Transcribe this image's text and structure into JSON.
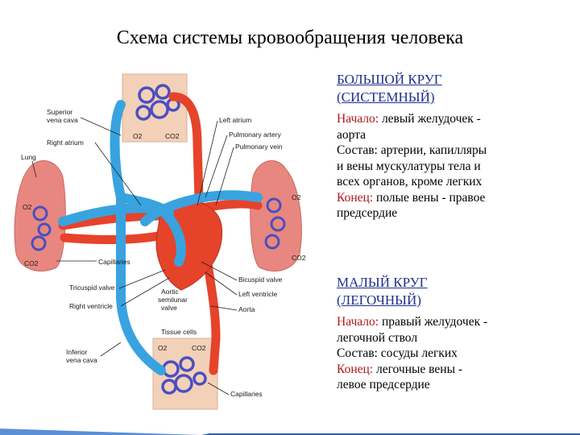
{
  "title": "Схема системы кровообращения человека",
  "colors": {
    "artery": "#e6432b",
    "vein": "#39a3e0",
    "capillary": "#4a4fc0",
    "tissue": "#f3d0b8",
    "lung": "#e8877f"
  },
  "diagram_labels": {
    "superior_vena_cava": [
      "Superior",
      "vena cava"
    ],
    "right_atrium": "Right atrium",
    "lung": "Lung",
    "capillaries_lung": "Capillaries",
    "tricuspid_valve": "Tricuspid valve",
    "right_ventricle": "Right ventricle",
    "inferior_vena_cava": [
      "Inferior",
      "vena cava"
    ],
    "left_atrium": "Left atrium",
    "pulmonary_artery": "Pulmonary artery",
    "pulmonary_vein": "Pulmonary vein",
    "bicuspid_valve": "Bicuspid valve",
    "left_ventricle": "Left ventricle",
    "aorta": "Aorta",
    "aortic_valve": [
      "Aortic",
      "semilunar",
      "valve"
    ],
    "tissue_cells": "Tissue cells",
    "capillaries_body": "Capillaries",
    "o2": "O2",
    "co2": "CO2"
  },
  "systemic": {
    "heading": [
      "БОЛЬШОЙ КРУГ",
      "(СИСТЕМНЫЙ)"
    ],
    "start_key": "Начало:",
    "start_text": " левый желудочек -",
    "start_text2": "аорта",
    "composition": [
      "Состав: артерии, капилляры",
      "и вены мускулатуры тела и",
      "всех органов, кроме легких"
    ],
    "end_key": "Конец:",
    "end_text": " полые вены - правое",
    "end_text2": "предсердие"
  },
  "pulmonary": {
    "heading": [
      "МАЛЫЙ КРУГ",
      "(ЛЕГОЧНЫЙ)"
    ],
    "start_key": "Начало:",
    "start_text": " правый желудочек -",
    "start_text2": "легочной ствол",
    "composition": "Состав: сосуды легких",
    "end_key": "Конец:",
    "end_text": " легочные вены -",
    "end_text2": "левое предсердие"
  }
}
